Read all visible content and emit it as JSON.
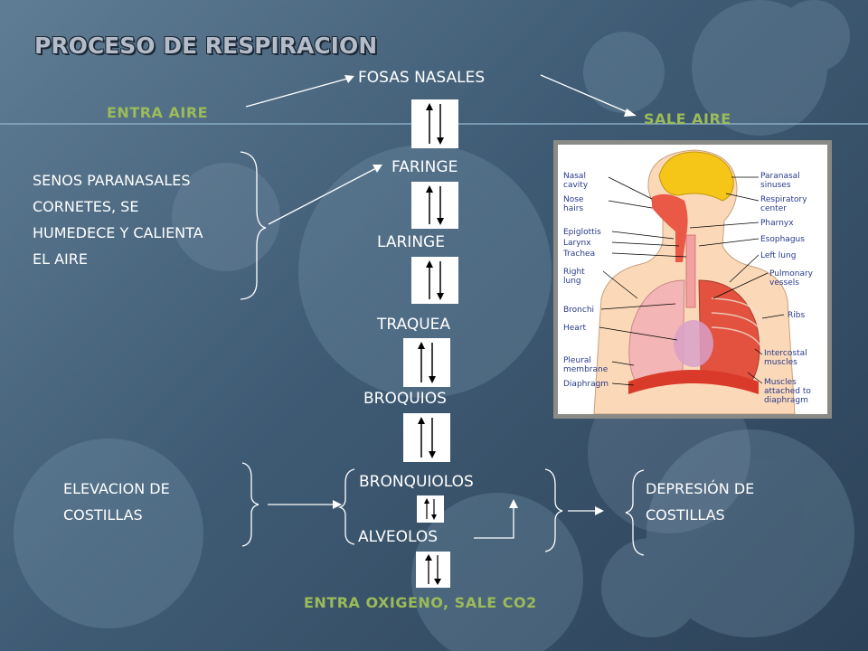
{
  "title": "PROCESO DE RESPIRACION",
  "labels": {
    "entra_aire": "ENTRA AIRE",
    "sale_aire": "SALE AIRE",
    "entra_oxigeno": "ENTRA OXIGENO, SALE CO2"
  },
  "pathway": {
    "fosas_nasales": "FOSAS NASALES",
    "faringe": "FARINGE",
    "laringe": "LARINGE",
    "traquea": "TRAQUEA",
    "broquios": "BROQUIOS",
    "bronquiolos": "BRONQUIOLOS",
    "alveolos": "ALVEOLOS"
  },
  "senos": [
    "SENOS PARANASALES",
    "CORNETES, SE",
    "HUMEDECE Y CALIENTA",
    "EL AIRE"
  ],
  "elevacion": [
    "ELEVACION DE",
    "COSTILLAS"
  ],
  "depresion": [
    "DEPRESIÓN DE",
    "COSTILLAS"
  ],
  "anatomy_labels": {
    "nasal_cavity": "Nasal\ncavity",
    "nose_hairs": "Nose\nhairs",
    "epiglottis": "Epiglottis",
    "larynx": "Larynx",
    "trachea": "Trachea",
    "right_lung": "Right\nlung",
    "bronchi": "Bronchi",
    "heart": "Heart",
    "pleural_membrane": "Pleural\nmembrane",
    "diaphragm": "Diaphragm",
    "paranasal_sinuses": "Paranasal\nsinuses",
    "respiratory_center": "Respiratory\ncenter",
    "pharynx": "Pharnyx",
    "esophagus": "Esophagus",
    "left_lung": "Left lung",
    "pulmonary_vessels": "Pulmonary\nvessels",
    "ribs": "Ribs",
    "intercostal_muscles": "Intercostal\nmuscles",
    "muscles_diaphragm": "Muscles\nattached to\ndiaphragm"
  }
}
